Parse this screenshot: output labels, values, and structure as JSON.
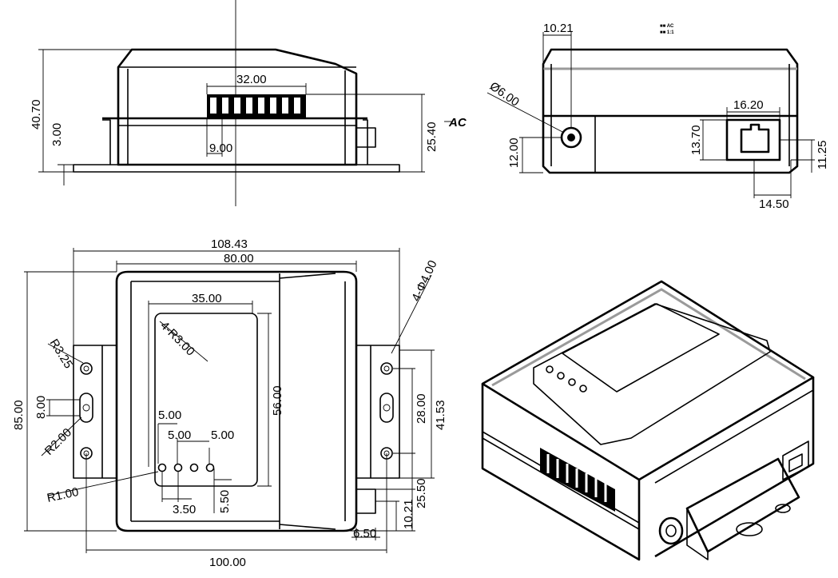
{
  "colors": {
    "line": "#000000",
    "background": "#ffffff",
    "highlight": "#9a9a9a"
  },
  "side_view": {
    "width_32": "32.00",
    "pin_9": "9.00",
    "height_40_70": "40.70",
    "flange_3": "3.00",
    "height_25_40": "25.40",
    "ac_label": "AC"
  },
  "front_view": {
    "offset_10_21": "10.21",
    "dia_6": "Ø6.00",
    "height_12": "12.00",
    "rj_16_20": "16.20",
    "rj_13_70": "13.70",
    "rj_14_50": "14.50",
    "rj_11_25": "11.25",
    "stamp_1": "■■ AC",
    "stamp_2": "■■ 1:1"
  },
  "top_view": {
    "overall_108_43": "108.43",
    "body_80": "80.00",
    "window_35": "35.00",
    "corner_4r3": "4-R3.00",
    "hole_4d4": "4-Φ4.00",
    "r3_25": "R3.25",
    "height_85": "85.00",
    "slot_8": "8.00",
    "r2": "R2.00",
    "led_5a": "5.00",
    "led_5b": "5.00",
    "led_5c": "5.00",
    "r1": "R1.00",
    "led_3_50": "3.50",
    "led_5_50": "5.50",
    "window_56": "56.00",
    "slot_28": "28.00",
    "holes_41_53": "41.53",
    "jack_25_50": "25.50",
    "jack_10_21": "10.21",
    "jack_6_50": "6.50",
    "base_100": "100.00"
  },
  "iso_view": {
    "icons": [
      "led-icon",
      "terminal-block-icon",
      "rj-jack-icon",
      "dc-jack-icon",
      "mounting-slot-icon"
    ]
  }
}
